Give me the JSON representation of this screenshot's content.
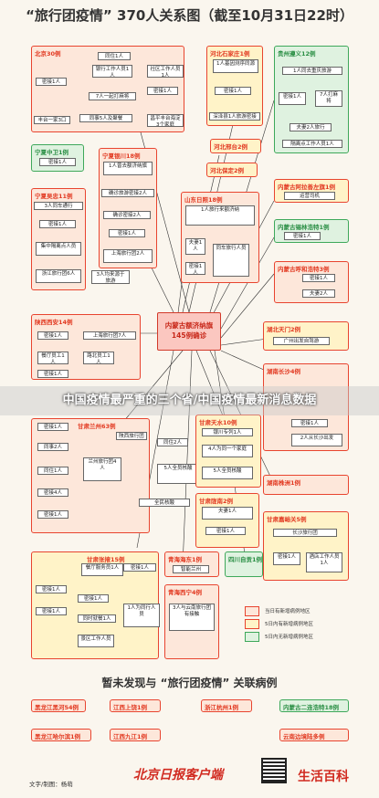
{
  "title": "“旅行团疫情” 370人关系图（截至10月31日22时）",
  "center": {
    "line1": "内蒙古额济纳旗",
    "line2": "145例确诊"
  },
  "banner": "中国疫情最严重的三个省/中国疫情最新消息数据",
  "regions": {
    "beijing": "北京30例",
    "hebei_sjz": "河北石家庄1例",
    "guizhou": "贵州遵义12例",
    "ningxia_zw": "宁夏中卫1例",
    "ningxia_wz": "宁夏吴忠11例",
    "ningxia_yc": "宁夏银川18例",
    "hebei_xt": "河北邢台2例",
    "hebei_bd": "河北保定2例",
    "shandong": "山东日照18例",
    "nm_alsy": "内蒙古阿拉善左旗1例",
    "nm_xlgl": "内蒙古锡林浩特1例",
    "nm_hhht": "内蒙古呼和浩特3例",
    "shaanxi": "陕西西安14例",
    "hubei": "湖北天门2例",
    "hunan_cs": "湖南长沙4例",
    "gansu_lz": "甘肃兰州63例",
    "gansu_tsh": "甘肃天水10例",
    "gansu_ly": "甘肃陇南2例",
    "hunan_zz": "湖南株洲1例",
    "gansu_jyg": "甘肃嘉峪关5例",
    "gansu_zy": "甘肃张掖15例",
    "qinghai_hd": "青海海东1例",
    "qinghai_xn": "青海西宁4例",
    "sichuan": "四川自贡1例"
  },
  "boxes": {
    "bj1": "同住1人",
    "bj2": "银行工作人员1人",
    "bj3": "7人一起打麻将",
    "bj4": "同事5人及聚餐",
    "bj5": "丰台一家3口",
    "bj6": "密接1人",
    "bj7": "社区工作人员1人",
    "bj8": "密接1人",
    "bj9": "昌平丰台海淀3个家庭",
    "hb1": "1人基因测序同源",
    "hb2": "密接1人",
    "hb3": "深泽县1人旅游密接",
    "gz1": "1人同去重庆旅游",
    "gz2": "7人打麻将",
    "gz3": "密接1人",
    "gz4": "夫妻2人旅行",
    "gz5": "隔离点工作人员1人",
    "yc1": "1人曾去额济纳旗",
    "yc2": "确诊旅游密接2人",
    "yc3": "确诊密接2人",
    "yc4": "密接1人",
    "yc5": "上海旅行团2人",
    "wz1": "3人同车通行",
    "wz2": "密接1人",
    "wz3": "集中隔离点人员",
    "wz4": "浙江旅行团6人",
    "wz5": "3人均来源于旅游",
    "sd1": "1人旅行来额济纳",
    "sd2": "夫妻1人",
    "sd3": "同车旅行人员",
    "sd4": "密接1人",
    "ha1": "密接1人",
    "ha2": "运营司机",
    "ha3": "密接1人",
    "ha4": "夫妻2人",
    "sx1": "密接1人",
    "sx2": "上海旅行团7人",
    "sx3": "餐厅员工1人",
    "sx4": "路北员工1人",
    "sx5": "密接1人",
    "hub1": "广州出发自驾游",
    "cs1": "密接1人",
    "cs2": "2人从长沙出发",
    "lz1": "同住1人",
    "lz2": "陕西旅行团",
    "lz3": "同事2人",
    "lz4": "兰州旅行团4人",
    "lz5": "密接1人",
    "lz6": "密接4人",
    "lz7": "全民核酸",
    "lz8": "同住2人",
    "ts1": "银川专列1人",
    "ts2": "4人为同一个家庭",
    "ts3": "5人全员核酸",
    "zy1": "餐厅服务员1人",
    "zy2": "密接1人",
    "zy3": "同时就餐1人",
    "zy4": "密接1人",
    "zy5": "1人为同行人员",
    "zy6": "景区工作人员",
    "xn1": "智能兰州",
    "xn2": "3人与云南旅行团有接触",
    "jyg1": "长沙旅行团",
    "jyg2": "酒店工作人员1人"
  },
  "legend": {
    "items": [
      {
        "label": "当日有新增病例地区",
        "color": "#fde7da"
      },
      {
        "label": "5日内有新增病例地区",
        "color": "#fff3c8"
      },
      {
        "label": "5日内无新增病例地区",
        "color": "#dff2e0"
      }
    ]
  },
  "subtitle": "暂未发现与 “旅行团疫情” 关联病例",
  "unrelated": [
    {
      "label": "黑龙江黑河54例",
      "color": "red"
    },
    {
      "label": "江西上饶1例",
      "color": "red"
    },
    {
      "label": "浙江杭州1例",
      "color": "red"
    },
    {
      "label": "内蒙古二连浩特18例",
      "color": "green"
    },
    {
      "label": "黑龙江哈尔滨1例",
      "color": "red"
    },
    {
      "label": "江西九江1例",
      "color": "red"
    },
    {
      "label": "云南边境陆多例",
      "color": "red"
    }
  ],
  "footer": {
    "credit": "文字/制图：杨萌",
    "logo": "北京日报客户端",
    "brand": "生活百科"
  }
}
